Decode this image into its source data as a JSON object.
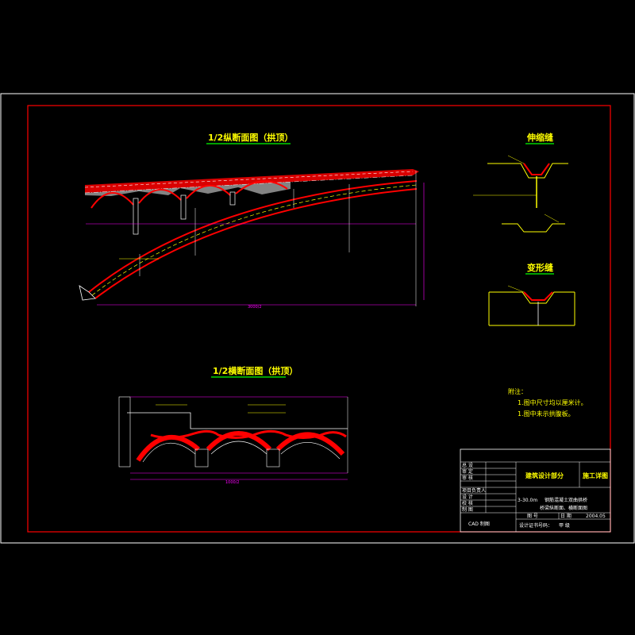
{
  "drawing": {
    "colors": {
      "background": "#000000",
      "frame": "#ff0000",
      "arch": "#ff0000",
      "dimension": "#ff00ff",
      "annotation": "#ffff00",
      "text": "#ffffff",
      "title_underline": "#00ff00"
    },
    "longitudinal_title": "1/2纵断面图（拱顶）",
    "transverse_title": "1/2横断面图（拱顶）",
    "detail_a_title": "伸缩缝",
    "detail_b_title": "变形缝",
    "overall_span_label": "3000/2",
    "transverse_width_label": "1000/2",
    "notes": {
      "heading": "附注：",
      "items": [
        "1.图中尺寸均以厘米计。",
        "1.图中未示拱腹板。"
      ]
    }
  },
  "title_block": {
    "institute": "建筑设计部分",
    "stage": "施工详图",
    "project_line1": "3-30.0m",
    "project_line2": "钢筋混凝土双曲拱桥",
    "project_line3": "桥梁纵断面、横断面图",
    "drawing_no_label": "图 号",
    "date_label": "日 期",
    "date_value": "2004.05",
    "cert_label": "设计证书号码：",
    "cert_value": "甲 级",
    "cad_label": "CAD 制图",
    "row_labels": [
      "总 设",
      "审 定",
      "审 核",
      "项目负责人",
      "设 计",
      "校 核",
      "制 图"
    ]
  }
}
